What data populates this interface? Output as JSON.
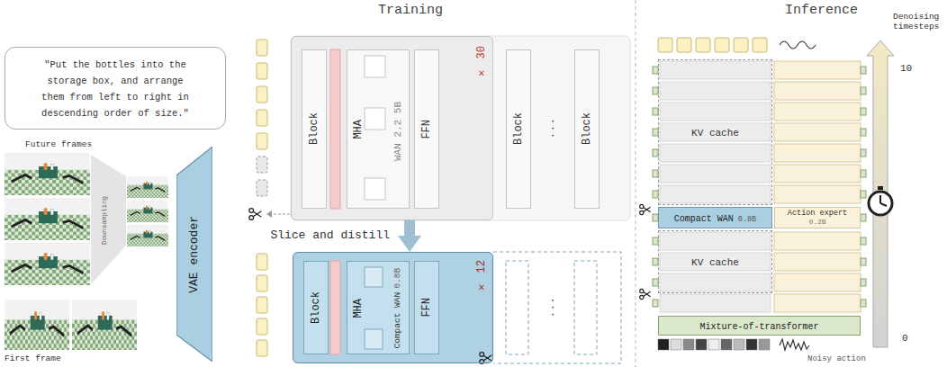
{
  "diagram": {
    "nodes": [
      {
        "text": [
          "\"Put the bottles into the storage box, and arrange them from left to right in descending order of size.\""
        ]
      },
      {
        "text": [
          "VAE encoder"
        ]
      },
      {
        "text": [
          "× 30"
        ]
      },
      {
        "text": [
          "Block"
        ],
        "in": 2
      },
      {
        "text": [
          "MHA",
          "WAN 2.2 5B"
        ],
        "in": 2
      },
      {
        "text": [
          "FFN"
        ],
        "in": 2
      },
      {
        "text": [
          "Block"
        ]
      },
      {
        "text": [
          "Block"
        ]
      },
      {
        "text": [
          "× 12"
        ]
      },
      {
        "text": [
          "Block"
        ],
        "in": 8
      },
      {
        "text": [
          "MHA",
          "Compact WAN",
          "0.8B"
        ],
        "in": 8
      },
      {
        "text": [
          "FFN"
        ],
        "in": 8
      },
      {
        "text": [
          "KV cache"
        ]
      },
      {
        "text": [
          "Compact WAN",
          "0.8B"
        ]
      },
      {
        "text": [
          "Action expert",
          "0.2B"
        ]
      },
      {
        "text": [
          "KV cache"
        ]
      },
      {
        "text": [
          "Mixture-of-transformer"
        ]
      }
    ],
    "edges": [
      {
        "from": 2,
        "to": 8,
        "label": "Slice and distill",
        "arrow": "to"
      }
    ],
    "labels": [
      "Training",
      "Inference",
      "Future frames",
      "Downsampling",
      "First frame",
      "...",
      "...",
      "Denoising timesteps",
      "10",
      "0",
      "Noisy action"
    ]
  }
}
